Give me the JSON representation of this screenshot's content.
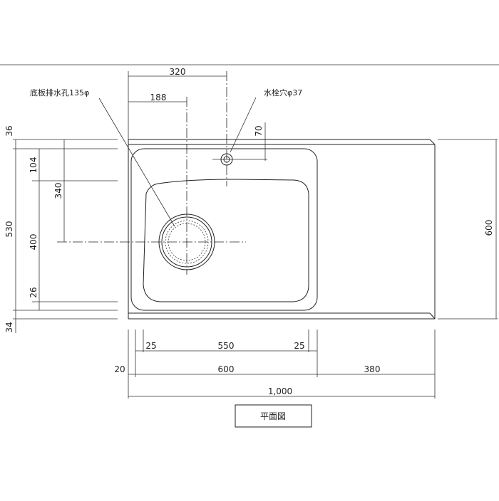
{
  "labels": {
    "drain_hole": "底板排水孔135φ",
    "faucet_hole": "水栓穴φ37",
    "title": "平面図"
  },
  "dimensions": {
    "top_320": "320",
    "top_188": "188",
    "faucet_70": "70",
    "left_36": "36",
    "left_104": "104",
    "left_340": "340",
    "left_530": "530",
    "left_400": "400",
    "left_26": "26",
    "left_34": "34",
    "right_600": "600",
    "bottom_25_left": "25",
    "bottom_550": "550",
    "bottom_25_right": "25",
    "bottom_20": "20",
    "bottom_600": "600",
    "bottom_380": "380",
    "bottom_1000": "1,000"
  }
}
